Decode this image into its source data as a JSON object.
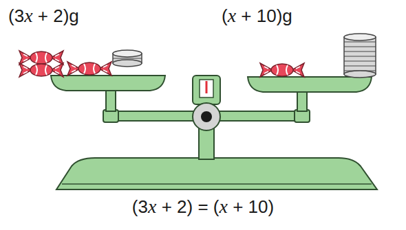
{
  "diagram": {
    "labels": [
      "(3x + 2)g",
      "(x + 10)g",
      "(3x + 2) = (x + 10)"
    ]
  }
}
